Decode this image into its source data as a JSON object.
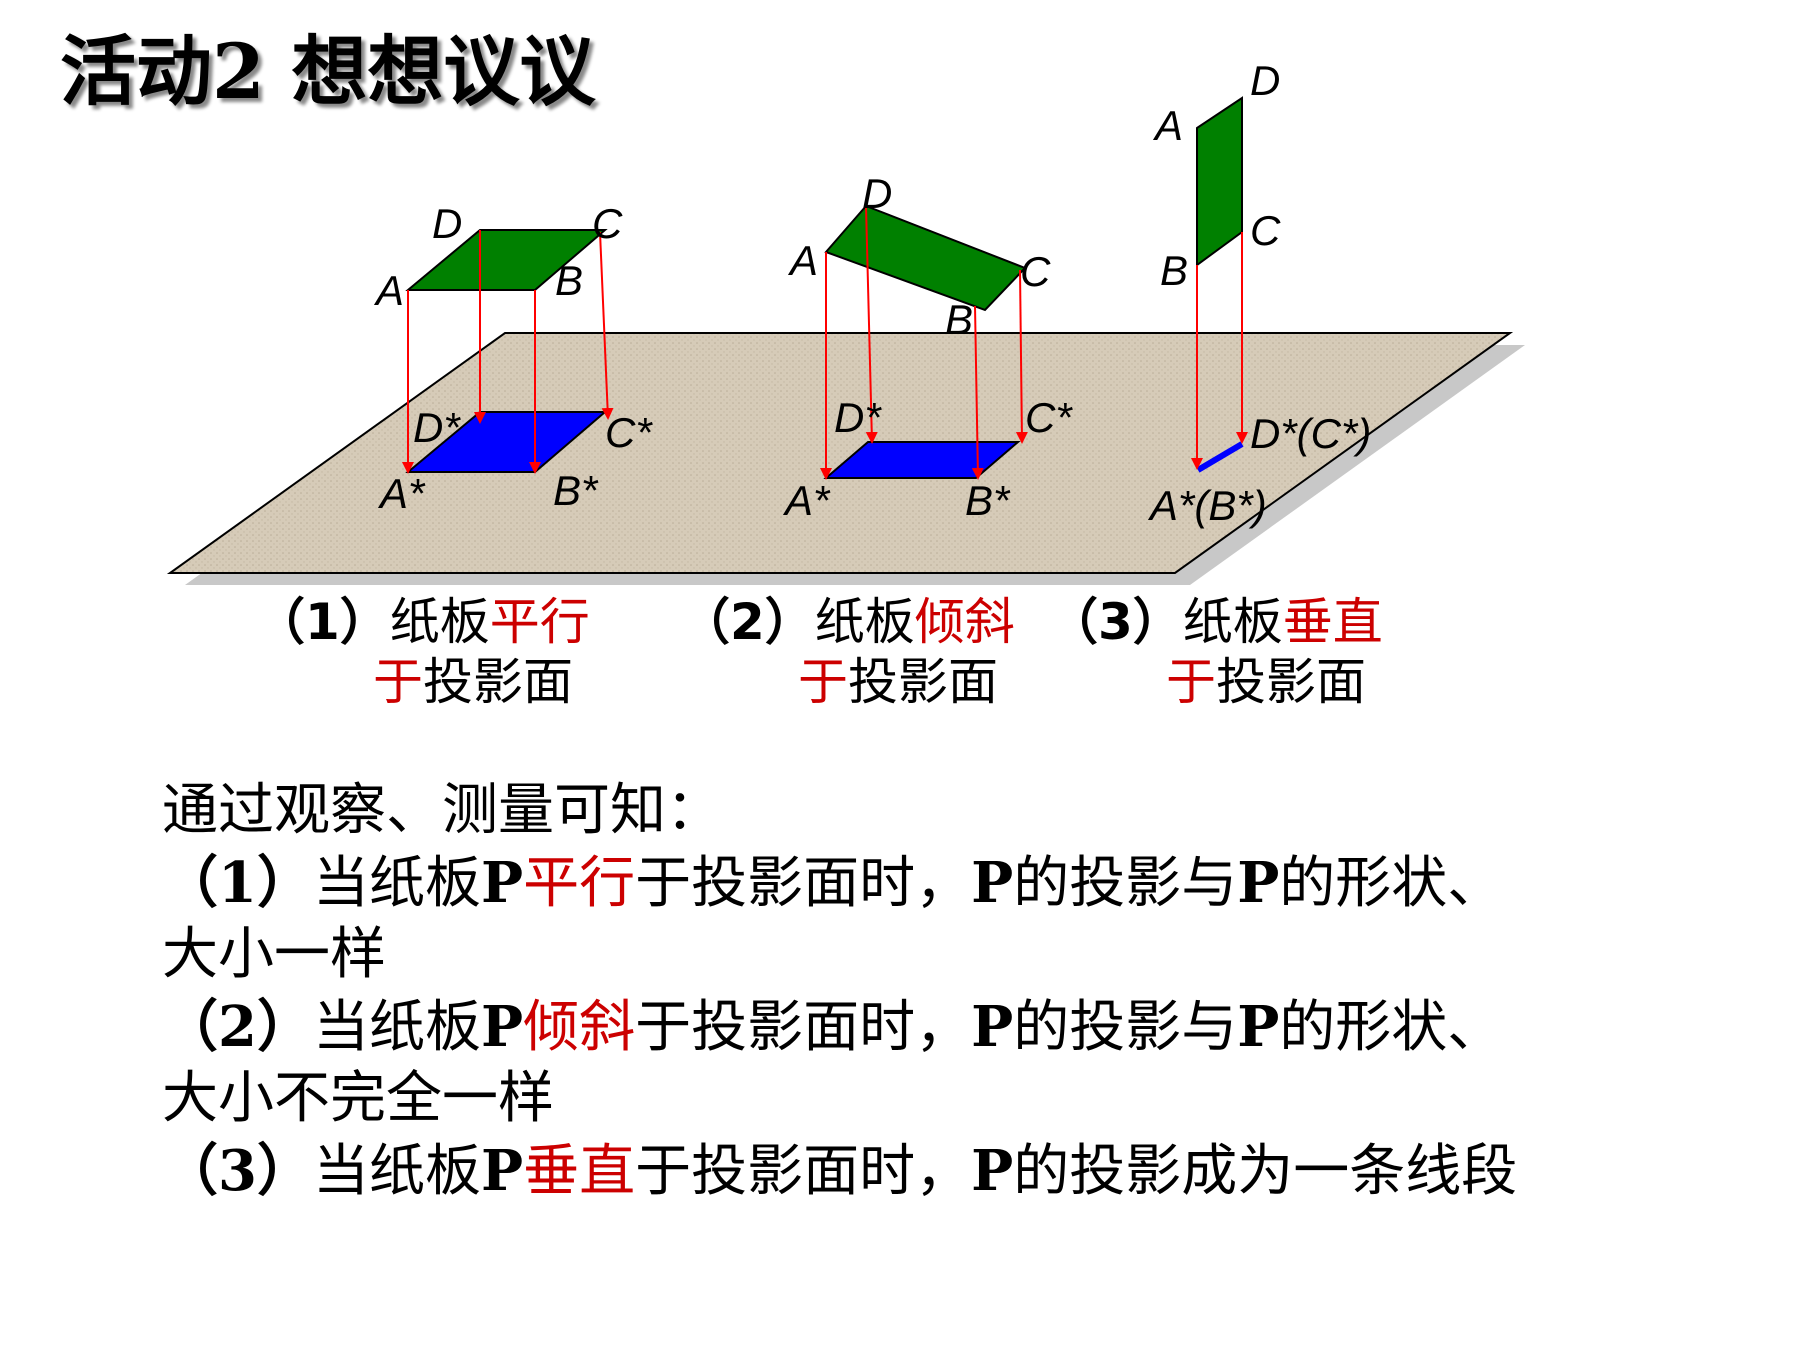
{
  "title": "活动2  想想议议",
  "colors": {
    "board": "#008000",
    "projection": "#0000ff",
    "arrow": "#ff0000",
    "plane": "#d6cbb8",
    "highlight": "#cc0000"
  },
  "figure1": {
    "labels": {
      "A": "A",
      "B": "B",
      "C": "C",
      "D": "D",
      "As": "A*",
      "Bs": "B*",
      "Cs": "C*",
      "Ds": "D*"
    }
  },
  "figure2": {
    "labels": {
      "A": "A",
      "B": "B",
      "C": "C",
      "D": "D",
      "As": "A*",
      "Bs": "B*",
      "Cs": "C*",
      "Ds": "D*"
    }
  },
  "figure3": {
    "labels": {
      "A": "A",
      "B": "B",
      "C": "C",
      "D": "D",
      "AB": "A*(B*)",
      "DC": "D*(C*)"
    }
  },
  "captions": [
    {
      "num": "（1）",
      "pre": "纸板",
      "red": "平行",
      "red2": "于",
      "post": "投影面"
    },
    {
      "num": "（2）",
      "pre": "纸板",
      "red": "倾斜",
      "red2": "于",
      "post": "投影面"
    },
    {
      "num": "（3）",
      "pre": "纸板",
      "red": "垂直",
      "red2": "于",
      "post": "投影面"
    }
  ],
  "observation": {
    "intro": "通过观察、测量可知：",
    "items": [
      {
        "num": "（1）",
        "a": "当纸板",
        "p": "P",
        "red": "平行",
        "b": "于投影面时，",
        "p2": "P",
        "c": "的投影与",
        "p3": "P",
        "d": "的形状、",
        "cont": "大小一样"
      },
      {
        "num": "（2）",
        "a": "当纸板",
        "p": "P",
        "red": "倾斜",
        "b": "于投影面时，",
        "p2": "P",
        "c": "的投影与",
        "p3": "P",
        "d": "的形状、",
        "cont": "大小不完全一样"
      },
      {
        "num": "（3）",
        "a": "当纸板",
        "p": "P",
        "red": "垂直",
        "b": "于投影面时，",
        "p2": "P",
        "c": "的投影成为一条线段"
      }
    ]
  }
}
